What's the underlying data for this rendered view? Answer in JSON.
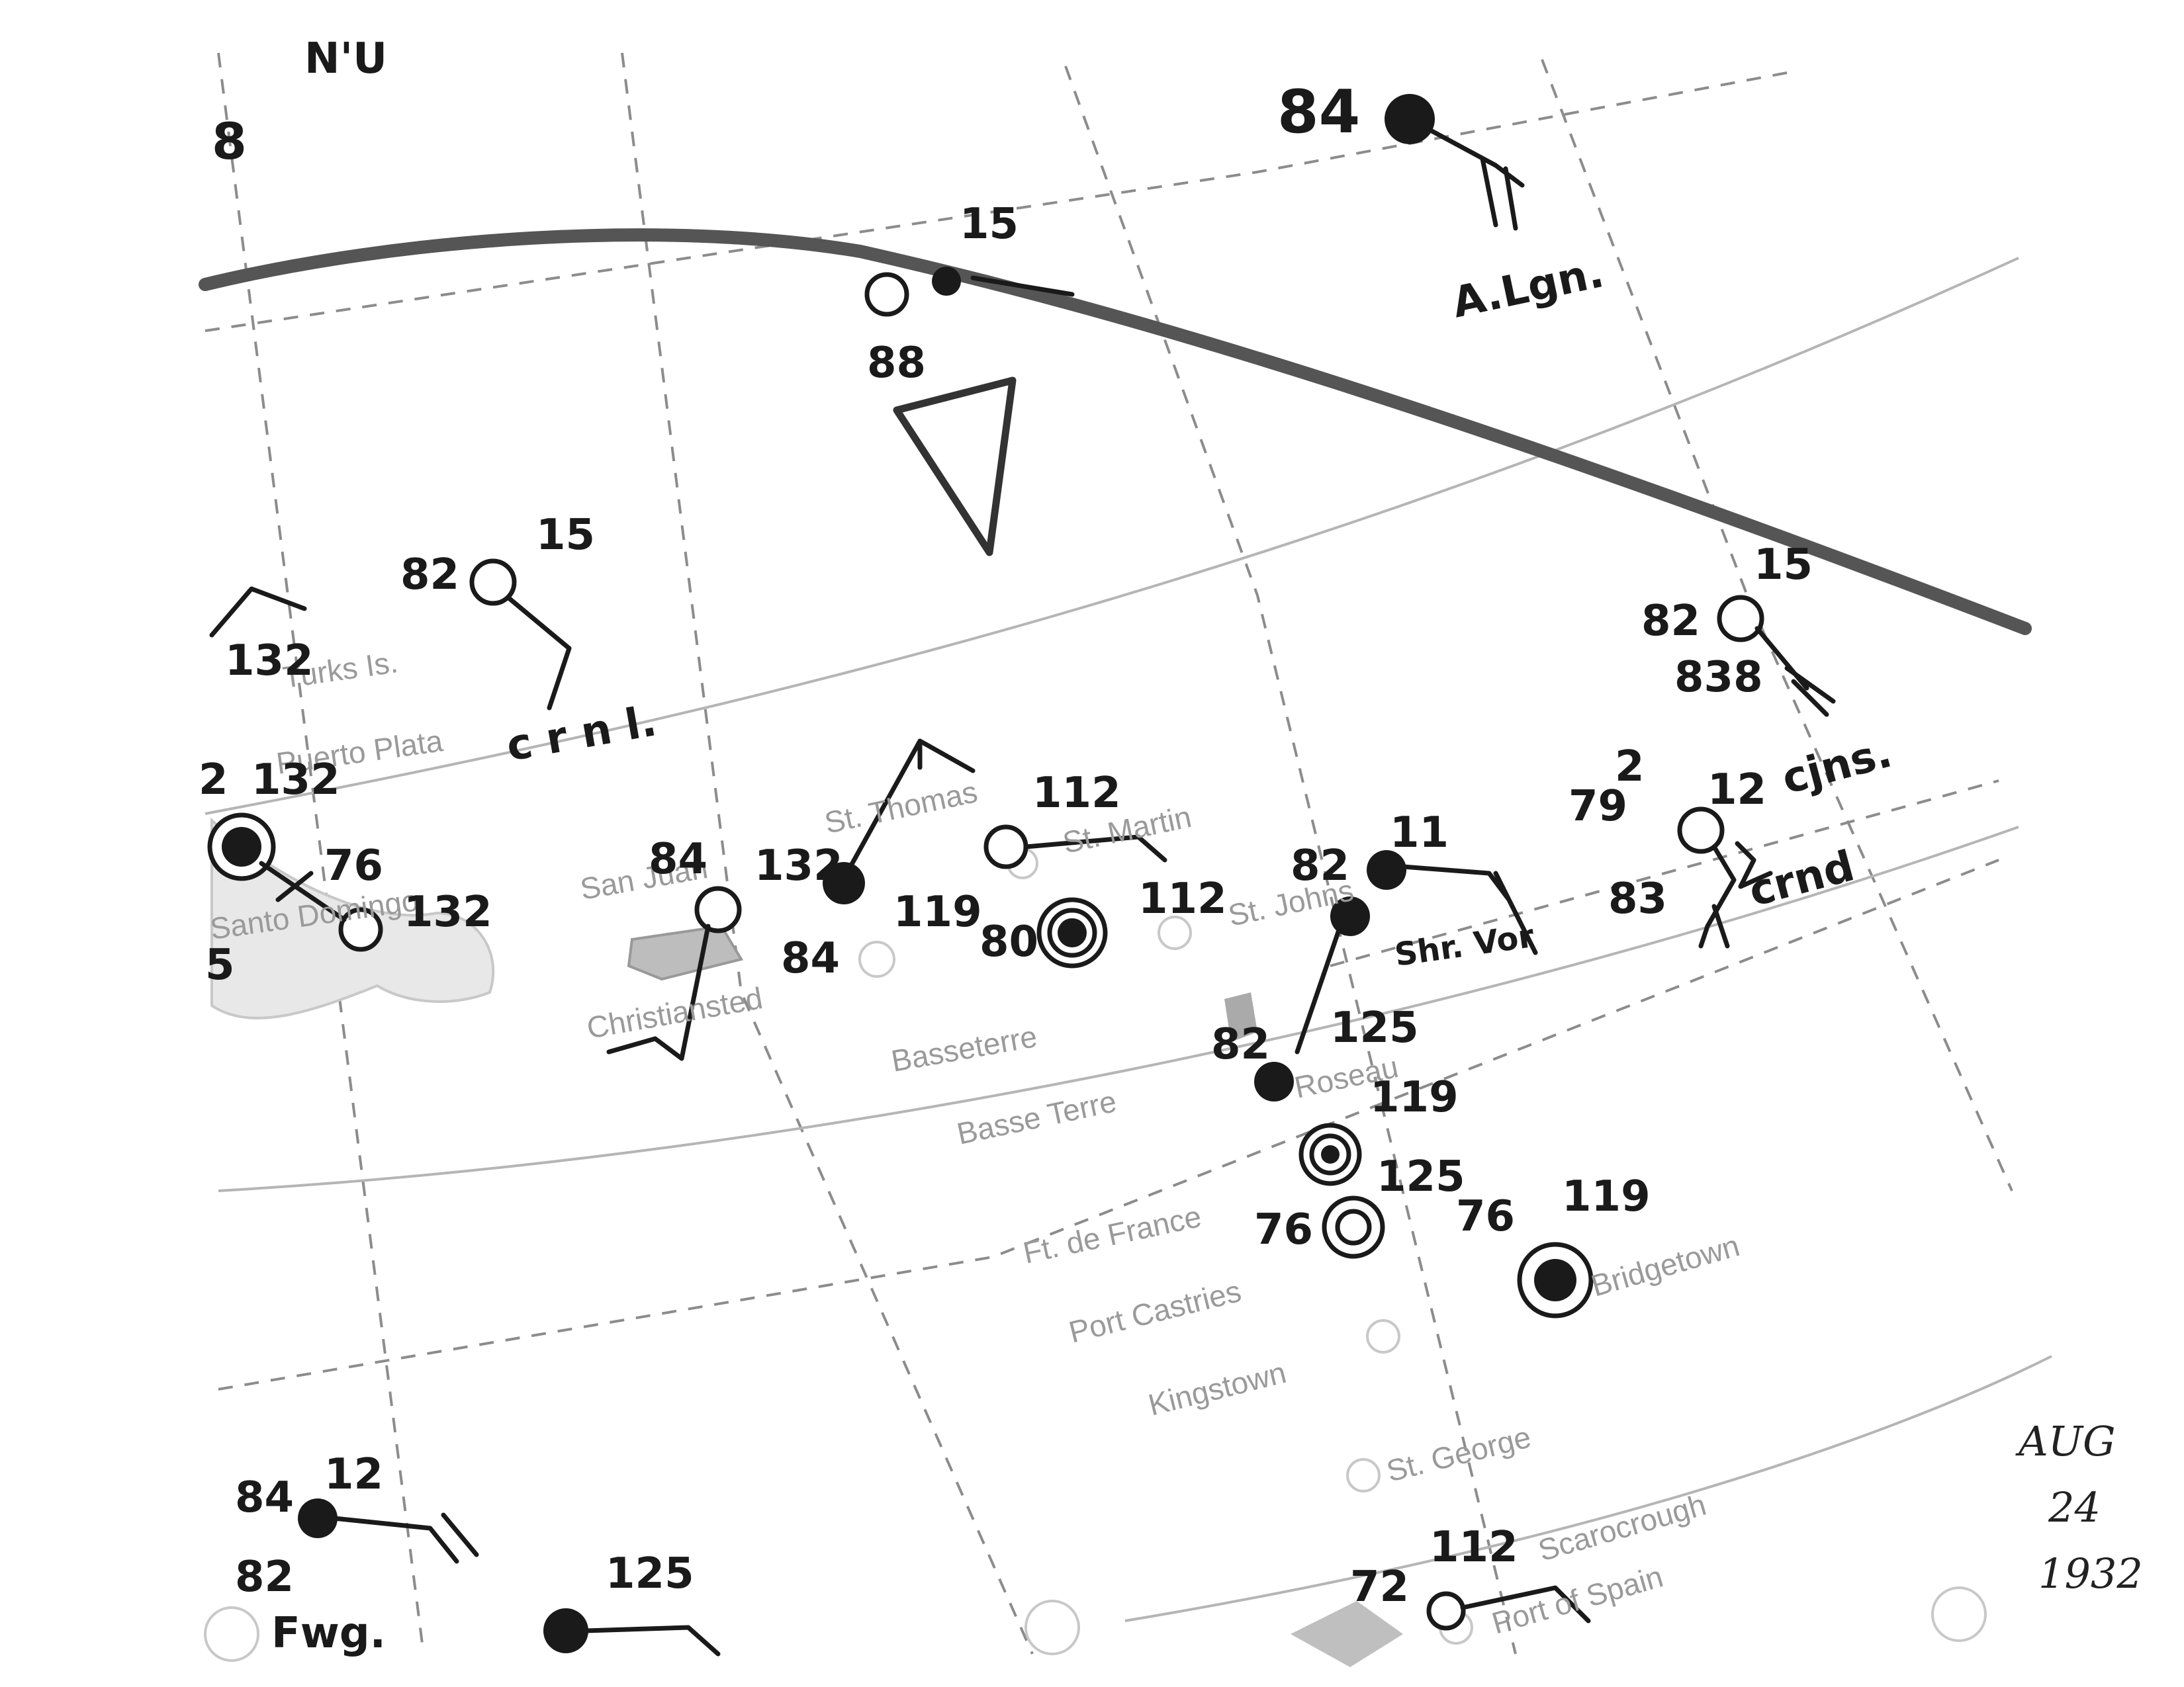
{
  "map": {
    "header_fragment": "N'U",
    "track_color": "#555555",
    "place_color": "#9a9a9a",
    "places": {
      "turks": "Turks Is.",
      "puerto_plata": "Puerto Plata",
      "santo_domingo": "Santo Domingo",
      "st_thomas": "St. Thomas",
      "st_martin": "St. Martin",
      "san_juan": "San Juan",
      "christiansted": "Christiansted",
      "basseterre": "Basseterre",
      "basse_terre": "Basse Terre",
      "roseau": "Roseau",
      "st_johns": "St. Johns",
      "ft_de_france": "Ft. de France",
      "port_castries": "Port Castries",
      "kingstown": "Kingstown",
      "bridgetown": "Bridgetown",
      "st_george": "St. George",
      "scarborough": "Scarocrough",
      "port_of_spain": "Port of Spain"
    },
    "annotations": {
      "a_lgn": "A.Lgn.",
      "crnl": "c r n l.",
      "cjns": "cjns.",
      "crnd": "crnd",
      "ship_stn": "Shr. Vor",
      "fwg": "Fwg."
    },
    "numbers": {
      "n84_top": "84",
      "n15_track": "15",
      "n88": "88",
      "n82_crnl": "82",
      "n15_crnl": "15",
      "n132_turks": "132",
      "n132_pp": "132",
      "n2": "2",
      "n76_sd": "76",
      "n132_sd": "132",
      "n5": "5",
      "n18": "8",
      "n84_sj": "84",
      "n132_st": "132",
      "n84_st": "84",
      "n119_st": "119",
      "n112_sm": "112",
      "n80": "80",
      "n112_mid": "112",
      "n82_ant": "82",
      "n11": "11",
      "n82_guad": "82",
      "n125_guad": "125",
      "n119_dom": "119",
      "n125_mart": "125",
      "n76_mart": "76",
      "n76_barb": "76",
      "n119_barb": "119",
      "n82_cjns": "82",
      "n838": "838",
      "n15_cjns": "15",
      "n79": "79",
      "n2_cjns": "2",
      "n12_cjns": "12",
      "n83": "83",
      "n84_bottom": "84",
      "n12_bottom": "12",
      "n82_bottom": "82",
      "n125_bottom": "125",
      "n72": "72",
      "n112_bottom": "112"
    },
    "date_note": {
      "month": "AUG",
      "day": "24",
      "year": "1932"
    }
  }
}
